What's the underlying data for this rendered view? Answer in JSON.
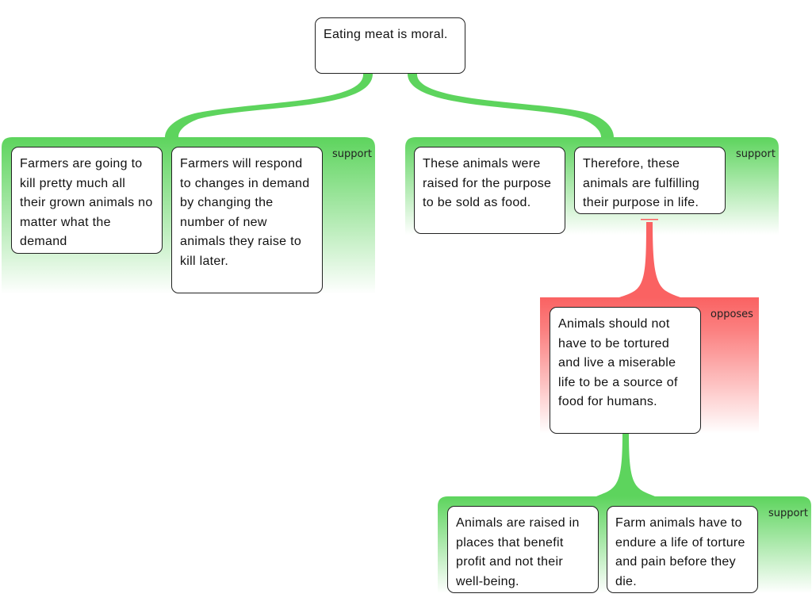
{
  "root": {
    "text": "Eating meat is moral."
  },
  "groups": [
    {
      "relation": "support",
      "nodes": [
        {
          "text": "Farmers are going to kill pretty much all their grown animals no matter what the demand"
        },
        {
          "text": "Farmers will respond to changes in demand by changing the number of new animals they raise to kill later."
        }
      ]
    },
    {
      "relation": "support",
      "nodes": [
        {
          "text": "These animals were raised for the purpose to be sold as food."
        },
        {
          "text": "Therefore, these animals are fulfilling their purpose in life."
        }
      ]
    },
    {
      "relation": "opposes",
      "nodes": [
        {
          "text": "Animals should not have to be tortured and live a miserable life to be a source of food for humans."
        }
      ]
    },
    {
      "relation": "support",
      "nodes": [
        {
          "text": "Animals are raised in places that benefit profit and not their well-being."
        },
        {
          "text": "Farm animals have to endure a life of torture and pain before they die."
        }
      ]
    }
  ],
  "colors": {
    "support": "#5dd45d",
    "opposes": "#fa6262"
  }
}
